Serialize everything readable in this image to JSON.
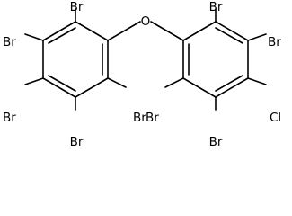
{
  "molecule": {
    "bridge_atom": "O",
    "left_ring": {
      "substituents": [
        "Br",
        "Br",
        "Br",
        "Br",
        "Br"
      ]
    },
    "right_ring": {
      "substituents": [
        "Br",
        "Br",
        "Cl",
        "Br",
        "Br"
      ]
    }
  }
}
